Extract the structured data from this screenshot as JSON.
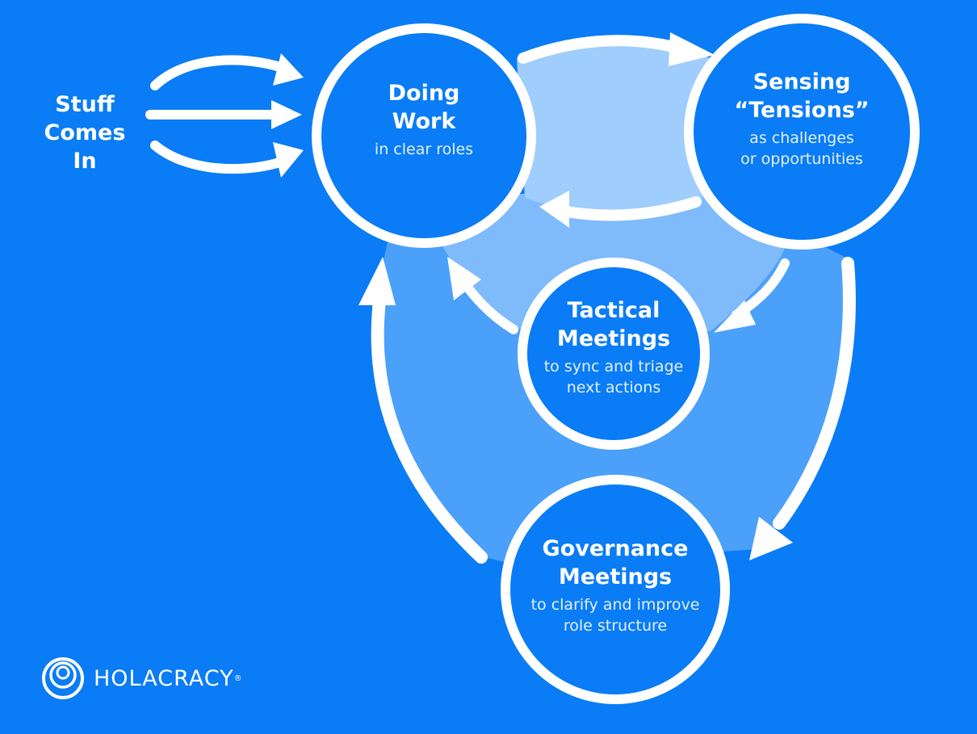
{
  "colors": {
    "background": "#0a7cf5",
    "outer_ring": "#4ba0f9",
    "inner_ring": "#7fbbfb",
    "top_band": "#9fcdfc",
    "line": "#ffffff"
  },
  "intake": {
    "label_line1": "Stuff",
    "label_line2": "Comes In"
  },
  "nodes": {
    "doing_work": {
      "title_line1": "Doing",
      "title_line2": "Work",
      "subtitle": "in clear roles"
    },
    "sensing": {
      "title_line1": "Sensing",
      "title_line2": "“Tensions”",
      "subtitle_line1": "as challenges",
      "subtitle_line2": "or opportunities"
    },
    "tactical": {
      "title_line1": "Tactical",
      "title_line2": "Meetings",
      "subtitle_line1": "to sync and triage",
      "subtitle_line2": "next actions"
    },
    "governance": {
      "title_line1": "Governance",
      "title_line2": "Meetings",
      "subtitle_line1": "to clarify and improve",
      "subtitle_line2": "role structure"
    }
  },
  "logo": {
    "icon": "holacracy-spiral-icon",
    "text": "HOLACRACY",
    "mark": "®"
  }
}
